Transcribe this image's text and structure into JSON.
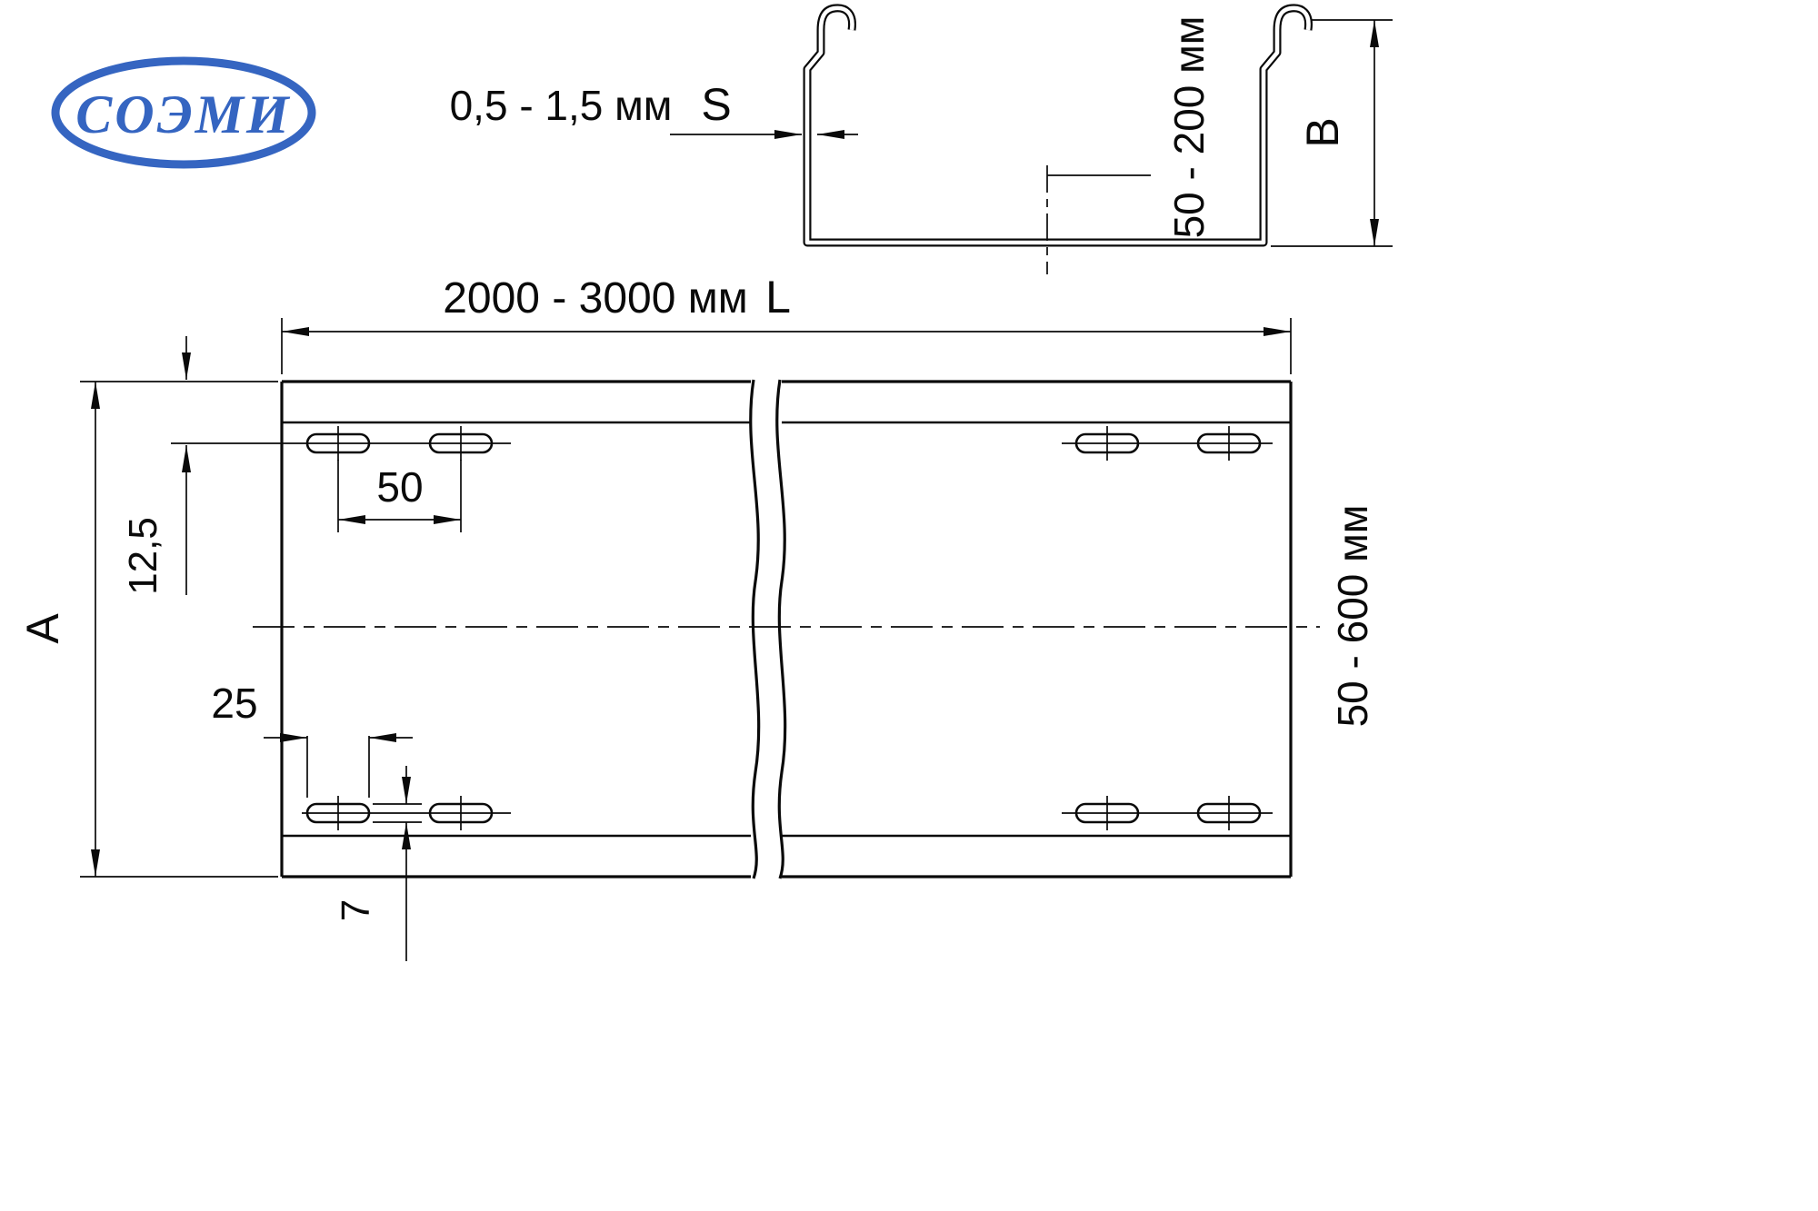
{
  "page": {
    "background_color": "#ffffff",
    "line_color": "#0a0a0a"
  },
  "logo": {
    "text": "СОЭМИ",
    "color": "#3565c1"
  },
  "section_view": {
    "thickness_range": "0,5 - 1,5 мм",
    "thickness_symbol": "S",
    "height_range": "50 - 200 мм",
    "height_symbol": "B"
  },
  "plan_view": {
    "length_range": "2000 - 3000 мм",
    "length_symbol": "L",
    "width_symbol": "A",
    "width_range": "50 - 600 мм",
    "edge_offset": "12,5",
    "hole_spacing": "50",
    "hole_length": "25",
    "hole_width": "7"
  }
}
